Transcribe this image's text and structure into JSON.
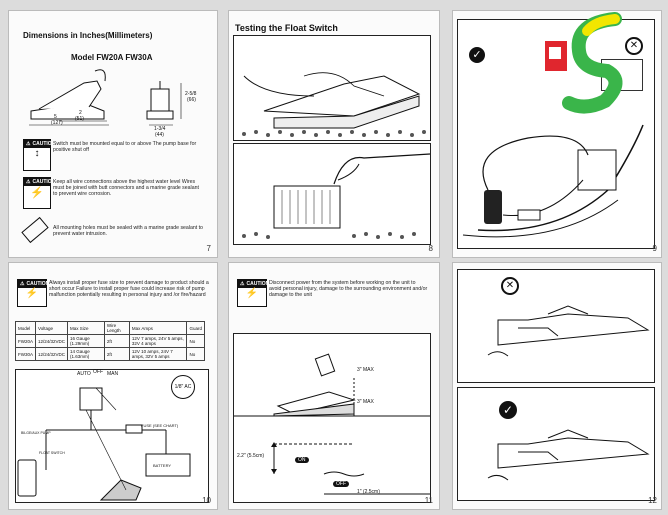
{
  "page7": {
    "title": "Dimensions in Inches(Millimeters)",
    "model": "Model FW20A  FW30A",
    "dims": {
      "d1": "5",
      "d1mm": "(127)",
      "d2": "2",
      "d2mm": "(51)",
      "d3": "2-5/8",
      "d3mm": "(66)",
      "d4": "1-3/4",
      "d4mm": "(44)"
    },
    "note_text": "Switch must be mounted equal to or above The pump base for positive shut off",
    "caution1_label": "CAUTION",
    "caution2_label": "CAUTION",
    "caution2_text": "Keep all wire connections above the highest water level Wires must be joined with butt connectors and a marine grade sealant to prevent wire corrosion.",
    "footer_text": "All mounting holes must be sealed with a marine grade sealant to prevent water intrusion.",
    "page_number": "7"
  },
  "page8": {
    "title": "Testing the Float  Switch",
    "page_number": "8"
  },
  "page9": {
    "page_number": "9"
  },
  "page10": {
    "caution_label": "CAUTION",
    "caution_text": "Always install proper fuse size to prevent damage to product should a short occur Failure to install proper fuse could increase risk of pump malfunction potentially resulting in personal injury and /or fire/hazard",
    "table": {
      "headers": [
        "Model",
        "Voltage",
        "Max Size",
        "Wire Length",
        "Max Amps",
        "Guard"
      ],
      "rows": [
        [
          "FW20A",
          "12/24/32VDC",
          "16 Gauge (1.29mm)",
          "2ft",
          "12V 7 amps, 24V 5 amps, 32V 4 amps",
          "No"
        ],
        [
          "FW30A",
          "12/24/32VDC",
          "14 Gauge (1.63mm)",
          "2ft",
          "12V 10 amps, 24V 7 amps, 32V 5 amps",
          "No"
        ]
      ]
    },
    "switch_labels": {
      "auto": "AUTO",
      "off": "OFF",
      "man": "MAN"
    },
    "badge": "1/8\" AC",
    "fuse_label": "FUSE (SEE CHART)",
    "bilge_label": "BILGE/AUX PUMP",
    "float_label": "FLOAT SWITCH",
    "battery_label": "BATTERY",
    "page_number": "10"
  },
  "page11": {
    "caution_label": "CAUTION",
    "caution_text": "Disconnect power from the system before working on the unit to avoid personal injury, damage to the surrounding environment and/or damage to the unit",
    "max_angle": "3\" MAX",
    "max_height": "3\" MAX",
    "on_height": "2.2\" (5.5cm)",
    "on_label": "ON",
    "off_label": "OFF",
    "off_height": "1\" (2.5cm)",
    "page_number": "11"
  },
  "page12": {
    "page_number": "12"
  },
  "colors": {
    "check": "#111111",
    "logo_green": "#3ab54a",
    "logo_red": "#e0262e",
    "logo_yellow": "#f2e600"
  }
}
